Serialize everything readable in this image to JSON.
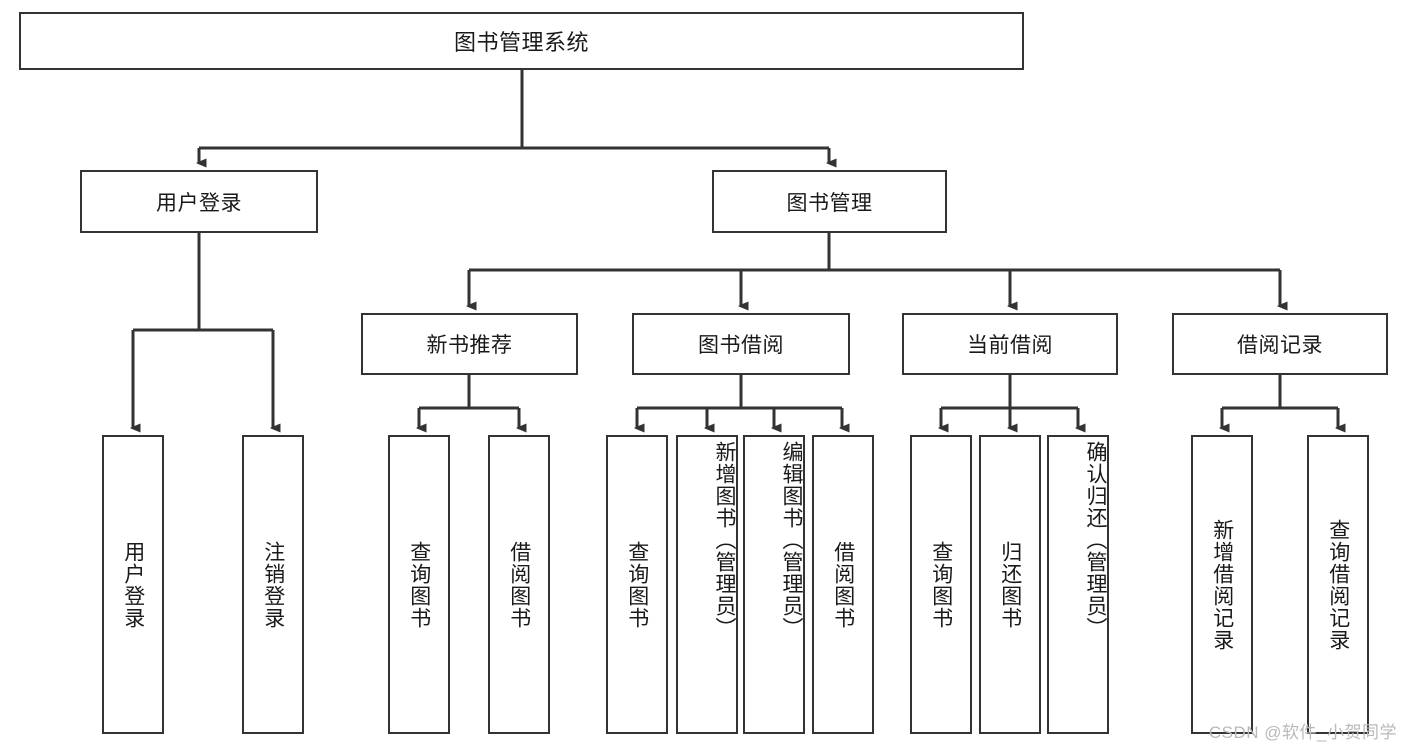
{
  "diagram": {
    "title": "图书管理系统",
    "watermark": "CSDN @软件_小贺同学",
    "stroke_color": "#333333",
    "background_color": "#ffffff",
    "text_color": "#1a1a1a",
    "watermark_color": "#b9b9b9"
  },
  "nodes": {
    "root": {
      "label": "图书管理系统"
    },
    "level2": [
      {
        "id": "user-login",
        "label": "用户登录"
      },
      {
        "id": "book-management",
        "label": "图书管理"
      }
    ],
    "level3": [
      {
        "id": "new-book-recommend",
        "label": "新书推荐"
      },
      {
        "id": "book-borrow",
        "label": "图书借阅"
      },
      {
        "id": "current-borrow",
        "label": "当前借阅"
      },
      {
        "id": "borrow-record",
        "label": "借阅记录"
      }
    ],
    "leaves": {
      "user_login": [
        {
          "id": "leaf-user-login",
          "label": "用户登录"
        },
        {
          "id": "leaf-logout-login",
          "label": "注销登录"
        }
      ],
      "new_book_recommend": [
        {
          "id": "leaf-query-book-1",
          "label": "查询图书"
        },
        {
          "id": "leaf-borrow-book-1",
          "label": "借阅图书"
        }
      ],
      "book_borrow": [
        {
          "id": "leaf-query-book-2",
          "label": "查询图书"
        },
        {
          "id": "leaf-add-book",
          "label": "新增图书（管理员）"
        },
        {
          "id": "leaf-edit-book",
          "label": "编辑图书（管理员）"
        },
        {
          "id": "leaf-borrow-book-2",
          "label": "借阅图书"
        }
      ],
      "current_borrow": [
        {
          "id": "leaf-query-book-3",
          "label": "查询图书"
        },
        {
          "id": "leaf-return-book",
          "label": "归还图书"
        },
        {
          "id": "leaf-confirm-return",
          "label": "确认归还（管理员）"
        }
      ],
      "borrow_record": [
        {
          "id": "leaf-add-record",
          "label": "新增借阅记录"
        },
        {
          "id": "leaf-query-record",
          "label": "查询借阅记录"
        }
      ]
    }
  }
}
